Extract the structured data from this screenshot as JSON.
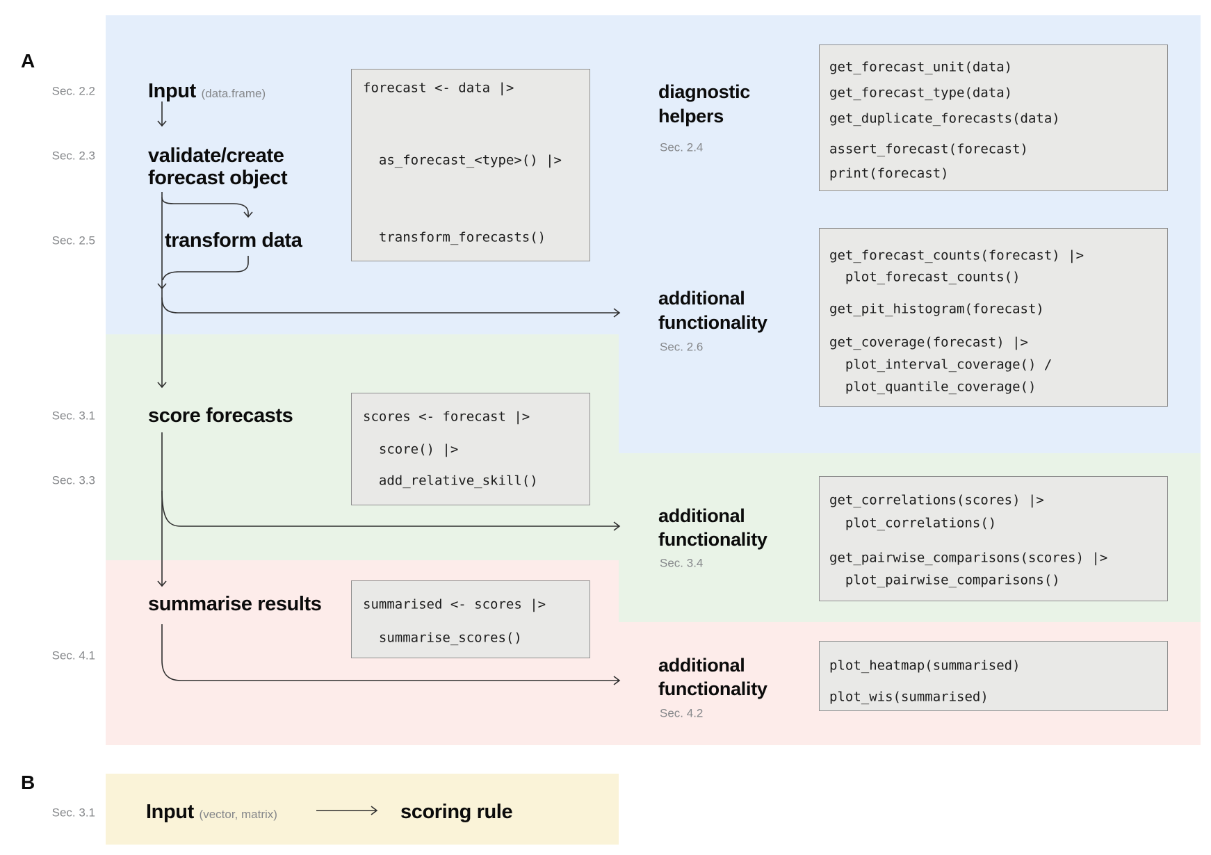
{
  "colors": {
    "blue": "#e4eefb",
    "green": "#e9f3e7",
    "pink": "#fdecea",
    "yellow": "#faf3d8",
    "box_fill": "#e9e9e7",
    "box_border": "#8e8e8e",
    "line": "#2e2e2e",
    "sec_text": "#85878a",
    "text": "#0b0b0b"
  },
  "panel_a": {
    "label": "A",
    "flow": {
      "sec_2_2": "Sec. 2.2",
      "input": "Input",
      "input_type": "(data.frame)",
      "sec_2_3": "Sec. 2.3",
      "validate_line1": "validate/create",
      "validate_line2": "forecast object",
      "sec_2_5": "Sec. 2.5",
      "transform": "transform data",
      "sec_3_1": "Sec. 3.1",
      "score": "score forecasts",
      "sec_3_3": "Sec. 3.3",
      "sec_4_1": "Sec. 4.1",
      "summarise": "summarise results"
    },
    "headings": {
      "diagnostic": {
        "line1": "diagnostic",
        "line2": "helpers",
        "sec": "Sec. 2.4"
      },
      "extra_blue": {
        "line1": "additional",
        "line2": "functionality",
        "sec": "Sec. 2.6"
      },
      "extra_green": {
        "line1": "additional",
        "line2": "functionality",
        "sec": "Sec. 3.4"
      },
      "extra_pink": {
        "line1": "additional",
        "line2": "functionality",
        "sec": "Sec. 4.2"
      }
    },
    "code": {
      "pipeline": {
        "lines": [
          "forecast <- data |>",
          "  as_forecast_<type>() |>",
          "  transform_forecasts()"
        ]
      },
      "scoring": {
        "lines": [
          "scores <- forecast |>",
          "  score() |>",
          "  add_relative_skill()"
        ]
      },
      "summarising": {
        "lines": [
          "summarised <- scores |>",
          "  summarise_scores()"
        ]
      },
      "diagnostic": {
        "lines": [
          "get_forecast_unit(data)",
          "get_forecast_type(data)",
          "get_duplicate_forecasts(data)",
          "assert_forecast(forecast)",
          "print(forecast)"
        ]
      },
      "extra_blue": {
        "lines": [
          "get_forecast_counts(forecast) |>",
          "  plot_forecast_counts()",
          "get_pit_histogram(forecast)",
          "get_coverage(forecast) |>",
          "  plot_interval_coverage() /",
          "  plot_quantile_coverage()"
        ]
      },
      "extra_green": {
        "lines": [
          "get_correlations(scores) |>",
          "  plot_correlations()",
          "get_pairwise_comparisons(scores) |>",
          "  plot_pairwise_comparisons()"
        ]
      },
      "extra_pink": {
        "lines": [
          "plot_heatmap(summarised)",
          "plot_wis(summarised)"
        ]
      }
    }
  },
  "panel_b": {
    "label": "B",
    "sec_3_1": "Sec. 3.1",
    "input": "Input",
    "input_type": "(vector, matrix)",
    "scoring_rule": "scoring rule"
  }
}
